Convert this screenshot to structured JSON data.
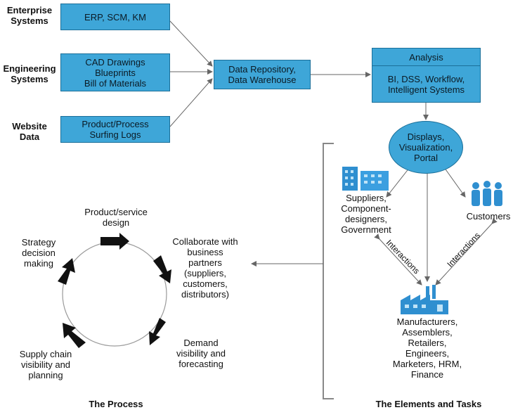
{
  "sources": {
    "enterprise": {
      "label": [
        "Enterprise",
        "Systems"
      ],
      "box": [
        "ERP, SCM, KM"
      ]
    },
    "engineering": {
      "label": [
        "Engineering",
        "Systems"
      ],
      "box": [
        "CAD Drawings",
        "Blueprints",
        "Bill of Materials"
      ]
    },
    "website": {
      "label": [
        "Website",
        "Data"
      ],
      "box": [
        "Product/Process",
        "Surfing Logs"
      ]
    }
  },
  "repository": [
    "Data Repository,",
    "Data Warehouse"
  ],
  "analysis": {
    "title": "Analysis",
    "body": [
      "BI, DSS, Workflow,",
      "Intelligent Systems"
    ]
  },
  "displays": [
    "Displays,",
    "Visualization,",
    "Portal"
  ],
  "suppliers": [
    "Suppliers,",
    "Component-",
    "designers,",
    "Government"
  ],
  "customers": "Customers",
  "interactions_left": "Interactions",
  "interactions_right": "Interactions",
  "manufacturers": [
    "Manufacturers,",
    "Assemblers,",
    "Retailers,",
    "Engineers,",
    "Marketers, HRM,",
    "Finance"
  ],
  "process": {
    "design": [
      "Product/service",
      "design"
    ],
    "collaborate": [
      "Collaborate with",
      "business",
      "partners",
      "(suppliers,",
      "customers,",
      "distributors)"
    ],
    "demand": [
      "Demand",
      "visibility and",
      "forecasting"
    ],
    "supply": [
      "Supply chain",
      "visibility and",
      "planning"
    ],
    "strategy": [
      "Strategy",
      "decision",
      "making"
    ]
  },
  "footer": {
    "left": "The Process",
    "right": "The Elements and Tasks"
  },
  "colors": {
    "box_fill": "#3ea6d8",
    "box_border": "#1b6f99",
    "icon_blue": "#2f8fd0",
    "arrow_gray": "#7a7a7a"
  }
}
